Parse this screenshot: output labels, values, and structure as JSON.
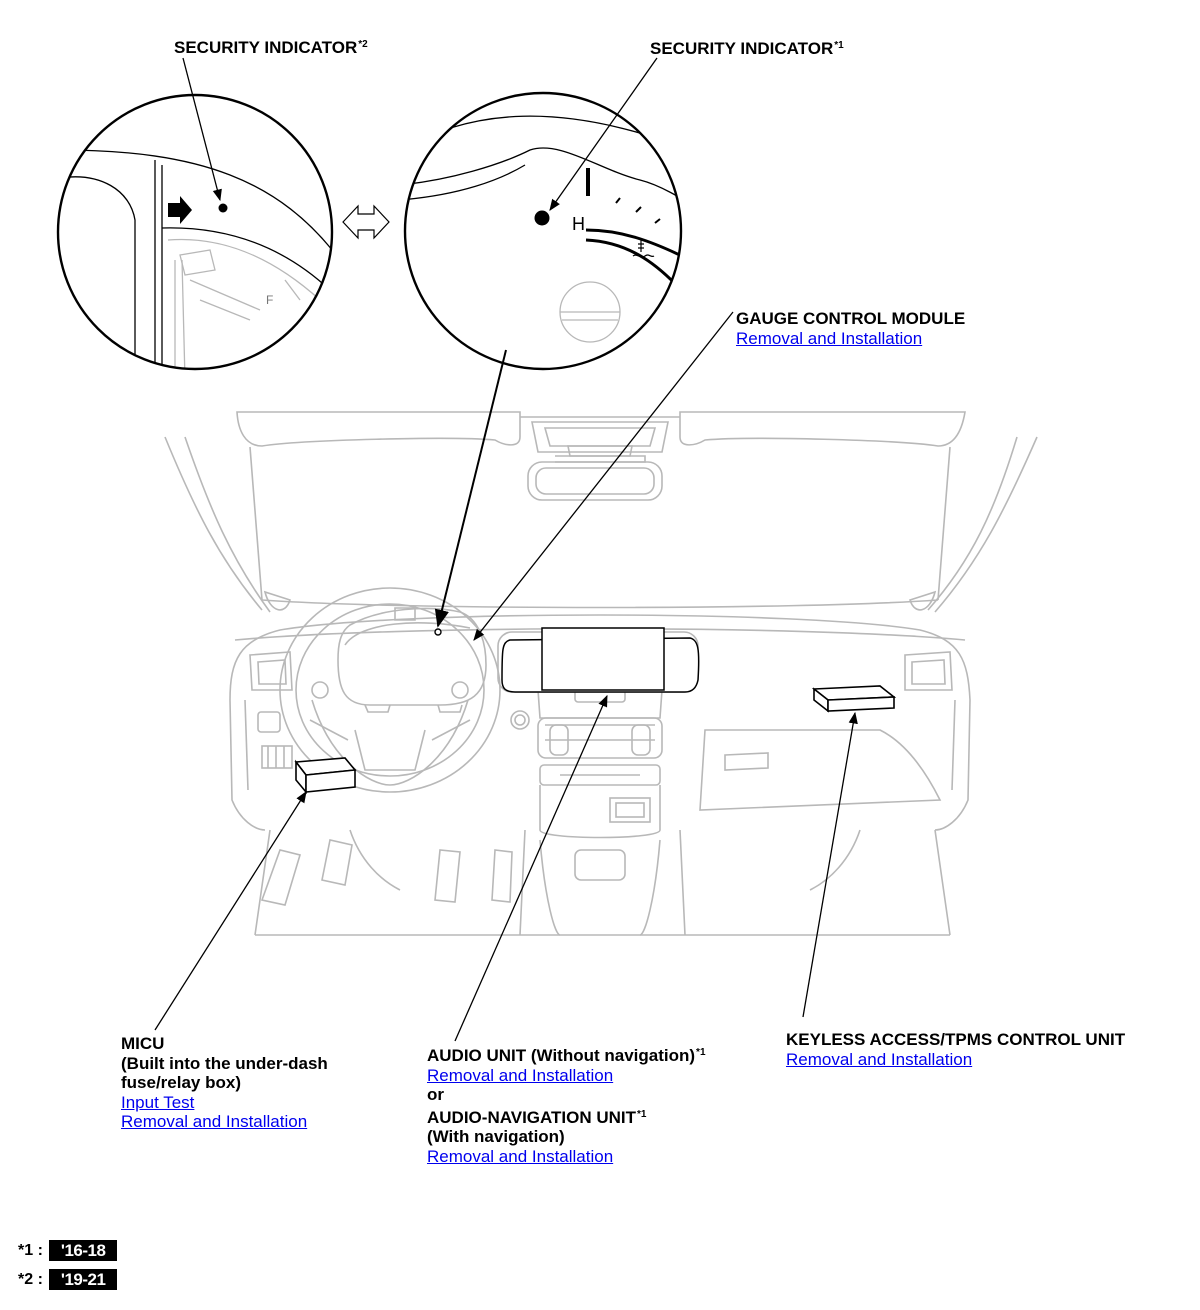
{
  "labels": {
    "security_indicator_2": {
      "text": "SECURITY INDICATOR",
      "sup": "*2"
    },
    "security_indicator_1": {
      "text": "SECURITY INDICATOR",
      "sup": "*1"
    },
    "gauge_control_module": {
      "title": "GAUGE CONTROL MODULE",
      "link": "Removal and Installation"
    },
    "micu": {
      "title": "MICU",
      "line2": "(Built into the under-dash",
      "line3": "fuse/relay box)",
      "link1": "Input Test",
      "link2": "Removal and Installation"
    },
    "audio": {
      "title": "AUDIO UNIT (Without navigation)",
      "title_sup": "*1",
      "link1": "Removal and Installation",
      "or": "or",
      "title2": "AUDIO-NAVIGATION UNIT",
      "title2_sup": "*1",
      "line_with_nav": "(With navigation)",
      "link2": "Removal and Installation"
    },
    "keyless": {
      "title": "KEYLESS ACCESS/TPMS CONTROL UNIT",
      "link": "Removal and Installation"
    }
  },
  "gauge_glyphs": {
    "h": "H",
    "f": "F"
  },
  "footnotes": [
    {
      "key": "*1 :",
      "code": "'16-18"
    },
    {
      "key": "*2 :",
      "code": "'19-21"
    }
  ],
  "colors": {
    "link": "#0000ee",
    "line": "#000000",
    "drawing": "#b8b8b8"
  }
}
